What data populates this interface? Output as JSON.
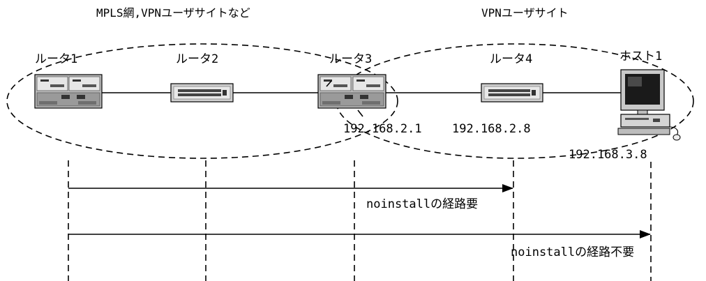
{
  "regions": {
    "left_label": "MPLS網,VPNユーザサイトなど",
    "right_label": "VPNユーザサイト"
  },
  "devices": {
    "router1": "ルータ1",
    "router2": "ルータ2",
    "router3": "ルータ3",
    "router4": "ルータ4",
    "host1": "ホスト1"
  },
  "addresses": {
    "router3_ip": "192.168.2.1",
    "router4_ip": "192.168.2.8",
    "host1_ip": "192.168.3.8"
  },
  "flows": {
    "flow1_label": "noinstallの経路要",
    "flow2_label": "noinstallの経路不要"
  },
  "icons": {
    "large_router": "rack-router-icon",
    "small_router": "switch-router-icon",
    "host": "desktop-computer-icon"
  }
}
